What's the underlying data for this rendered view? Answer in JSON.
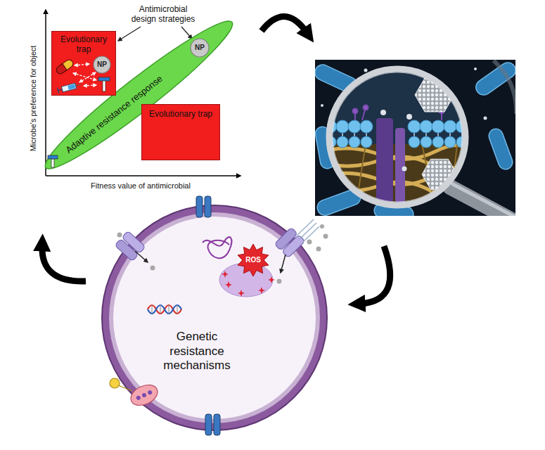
{
  "diagram": {
    "nodes": [
      {
        "text": [
          "Adaptive resistance response"
        ]
      },
      {
        "text": [
          "NP"
        ],
        "in": 0
      },
      {
        "text": [
          "Evolutionary trap"
        ]
      },
      {
        "text": [
          "NP"
        ],
        "in": 2
      },
      {
        "text": [
          "Evolutionary trap"
        ]
      },
      {
        "text": [
          "Genetic resistance mechanisms"
        ]
      },
      {
        "text": [
          "ROS"
        ],
        "in": 5
      }
    ],
    "labels": [
      "Antimicrobial design strategies",
      "Microbe's preference for object",
      "Fitness value of antimicrobial"
    ]
  }
}
